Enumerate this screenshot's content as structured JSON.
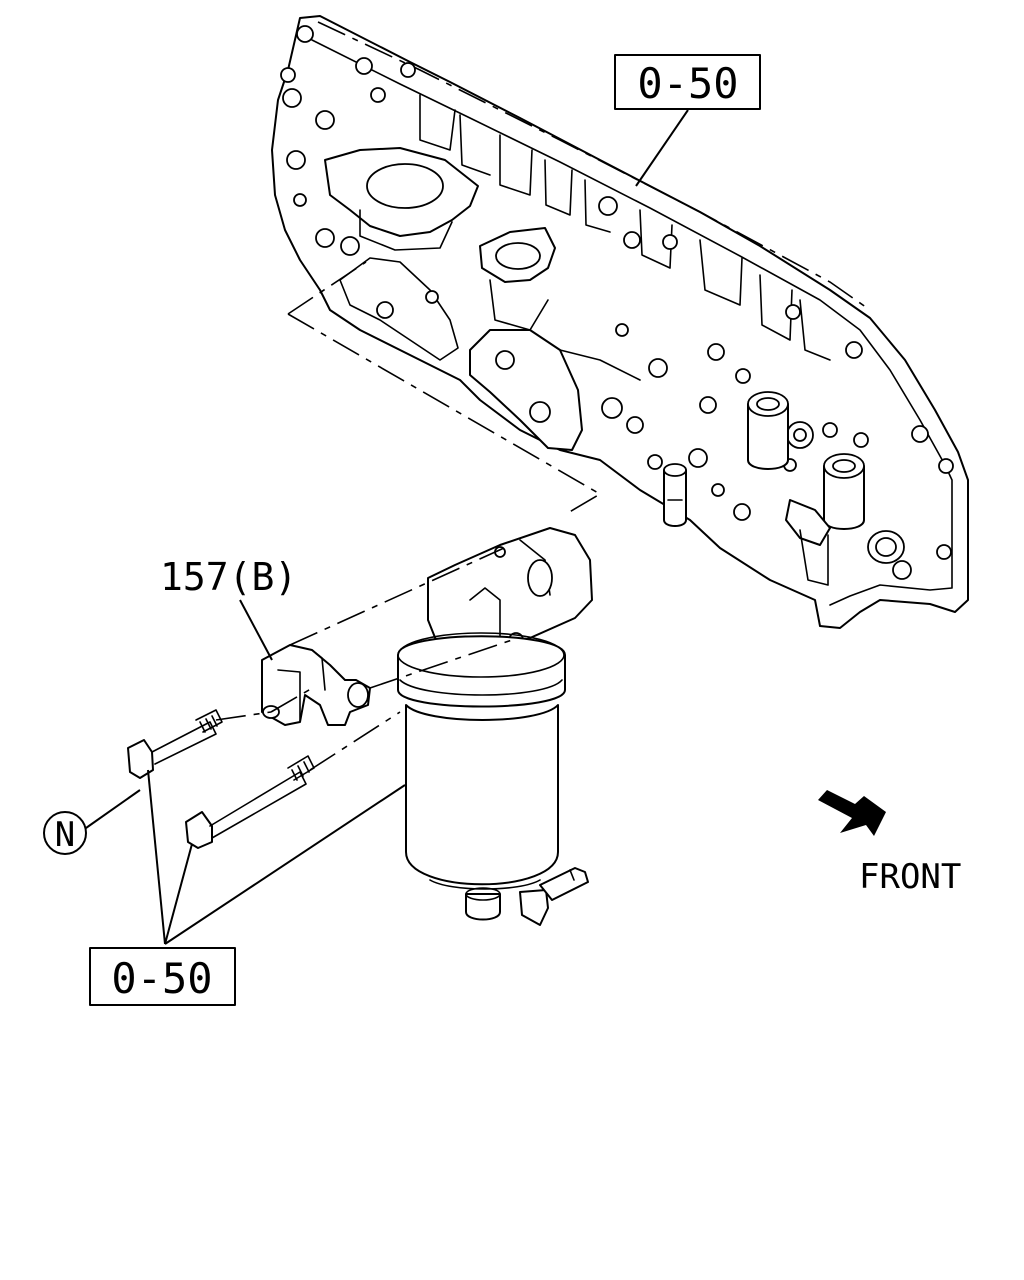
{
  "callouts": {
    "ref_top": "0-50",
    "ref_bottom": "0-50",
    "part_bracket": "157(B)",
    "symbol_n": "N"
  },
  "direction": {
    "label": "FRONT"
  }
}
